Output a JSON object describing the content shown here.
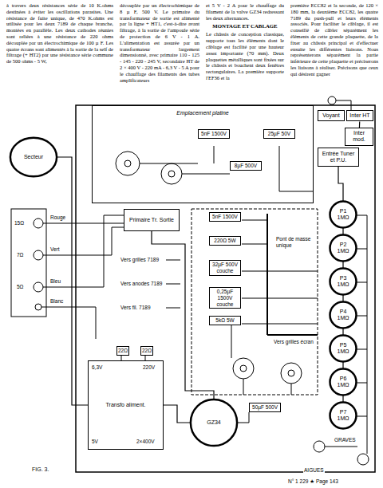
{
  "diagram": {
    "caption": "FIG. 3.",
    "nodes": [
      {
        "text": [
          "Secteur"
        ]
      },
      {
        "text": [
          "Emplacement platine"
        ]
      },
      {
        "text": [
          "Voyant"
        ]
      },
      {
        "text": [
          "Inter HT"
        ]
      },
      {
        "text": [
          "Entrée Tuner et P.U."
        ]
      },
      {
        "text": [
          "Inter mod."
        ]
      },
      {
        "text": [
          "Primaire Tr. Sortie"
        ]
      },
      {
        "text": [
          "Transfo aliment."
        ]
      },
      {
        "text": [
          "GZ34"
        ]
      },
      {
        "text": [
          "P1",
          "1MΩ"
        ]
      },
      {
        "text": [
          "P2",
          "1MΩ"
        ]
      },
      {
        "text": [
          "P3",
          "1MΩ"
        ]
      },
      {
        "text": [
          "P4",
          "1MΩ"
        ]
      },
      {
        "text": [
          "P5",
          "1MΩ"
        ]
      },
      {
        "text": [
          "P6",
          "1MΩ"
        ]
      },
      {
        "text": [
          "P7",
          "1MΩ"
        ]
      }
    ],
    "edges": [
      {
        "from": 0,
        "to": 7,
        "arrow": "none"
      },
      {
        "from": 7,
        "to": 8,
        "arrow": "none"
      },
      {
        "from": 8,
        "to": 6,
        "arrow": "none"
      },
      {
        "from": 3,
        "to": 5,
        "arrow": "none"
      },
      {
        "from": 4,
        "to": 9,
        "arrow": "none"
      },
      {
        "from": 9,
        "to": 10,
        "arrow": "none"
      },
      {
        "from": 10,
        "to": 11,
        "arrow": "none"
      },
      {
        "from": 11,
        "to": 12,
        "arrow": "none"
      },
      {
        "from": 12,
        "to": 13,
        "arrow": "none"
      },
      {
        "from": 13,
        "to": 14,
        "arrow": "none"
      },
      {
        "from": 14,
        "to": 15,
        "arrow": "none"
      }
    ],
    "labels": [
      "à travers deux résistances série de 10 K.ohms destinées à éviter les oscillations parasites. Une résistance de fuite unique, de 470 K.ohms est utilisée pour les deux 7189 de chaque branche, montées en parallèle. Les deux cathodes réunies sont reliées à une résistance de 220 ohms découplée par un électrochimique de 100 µ F. Les quatre écrans sont alimentés à la sortie de la self de filtrage (+ HT2) par une résistance série commune de 500 ohms - 5 W,",
      "découplée par un électrochimique de 8 µ F, 500 V. Le primaire du transformateur de sortie est alimenté par la ligne + HT1, c'est-à-dire avant filtrage, à la sortie de l'ampoule série de protection de 6 V - 1 A. L'alimentation est assurée par un transformateur largement dimensionné, avec primaire 110 - 125 - 145 - 220 - 245 V, secondaire HT de 2 × 400 V - 220 mA - 6,3 V - 5 A pour le chauffage des filaments des tubes amplificateurs",
      "et 5 V - 2 A pour le chauffage du filament de la valve GZ34 redressant les deux alternances.",
      "MONTAGE ET CABLAGE",
      "Le châssis de conception classique, supporte tous les éléments dont le câblage est facilité par une hauteur assez importante (70 mm). Deux plaquettes métalliques sont fixées sur le châssis et bouchent deux fenêtres rectangulaires. La première supporte l'EF36 et la",
      "première ECC82 et la seconde, de 120 × 180 mm, la deuxième ECC82, les quatre 7189 du push-pull et leurs éléments associés. Pour faciliter le câblage, il est conseillé de câbler séparément les éléments de cette grande plaquette, de la fixer au châssis principal et d'effectuer ensuite les différentes liaisons. Nous représenterons séparément la partie inférieure de cette plaquette et préciserons les liaisons à réaliser. Précisons que ceux qui désirent gagner",
      "15Ω",
      "7Ω",
      "5Ω",
      "Rouge",
      "Vert",
      "Bleu",
      "Blanc",
      "8µF 500V",
      "25µF 50V",
      "5nF 1500V",
      "5nF 1500V",
      "220Ω 5W",
      "32µF 500V couche",
      "0,25µF 1500V couche",
      "5kΩ 5W",
      "Pont de masse unique",
      "Vers grilles 7189",
      "Vers anodes 7189",
      "Vers fil. 7189",
      "Vers grilles écran",
      "22Ω",
      "22Ω",
      "6,3V",
      "5V",
      "220V",
      "2×400V",
      "50µF 500V",
      "GRAVES",
      "AIGUES",
      "N° 1 229 ★ Page 143"
    ]
  }
}
